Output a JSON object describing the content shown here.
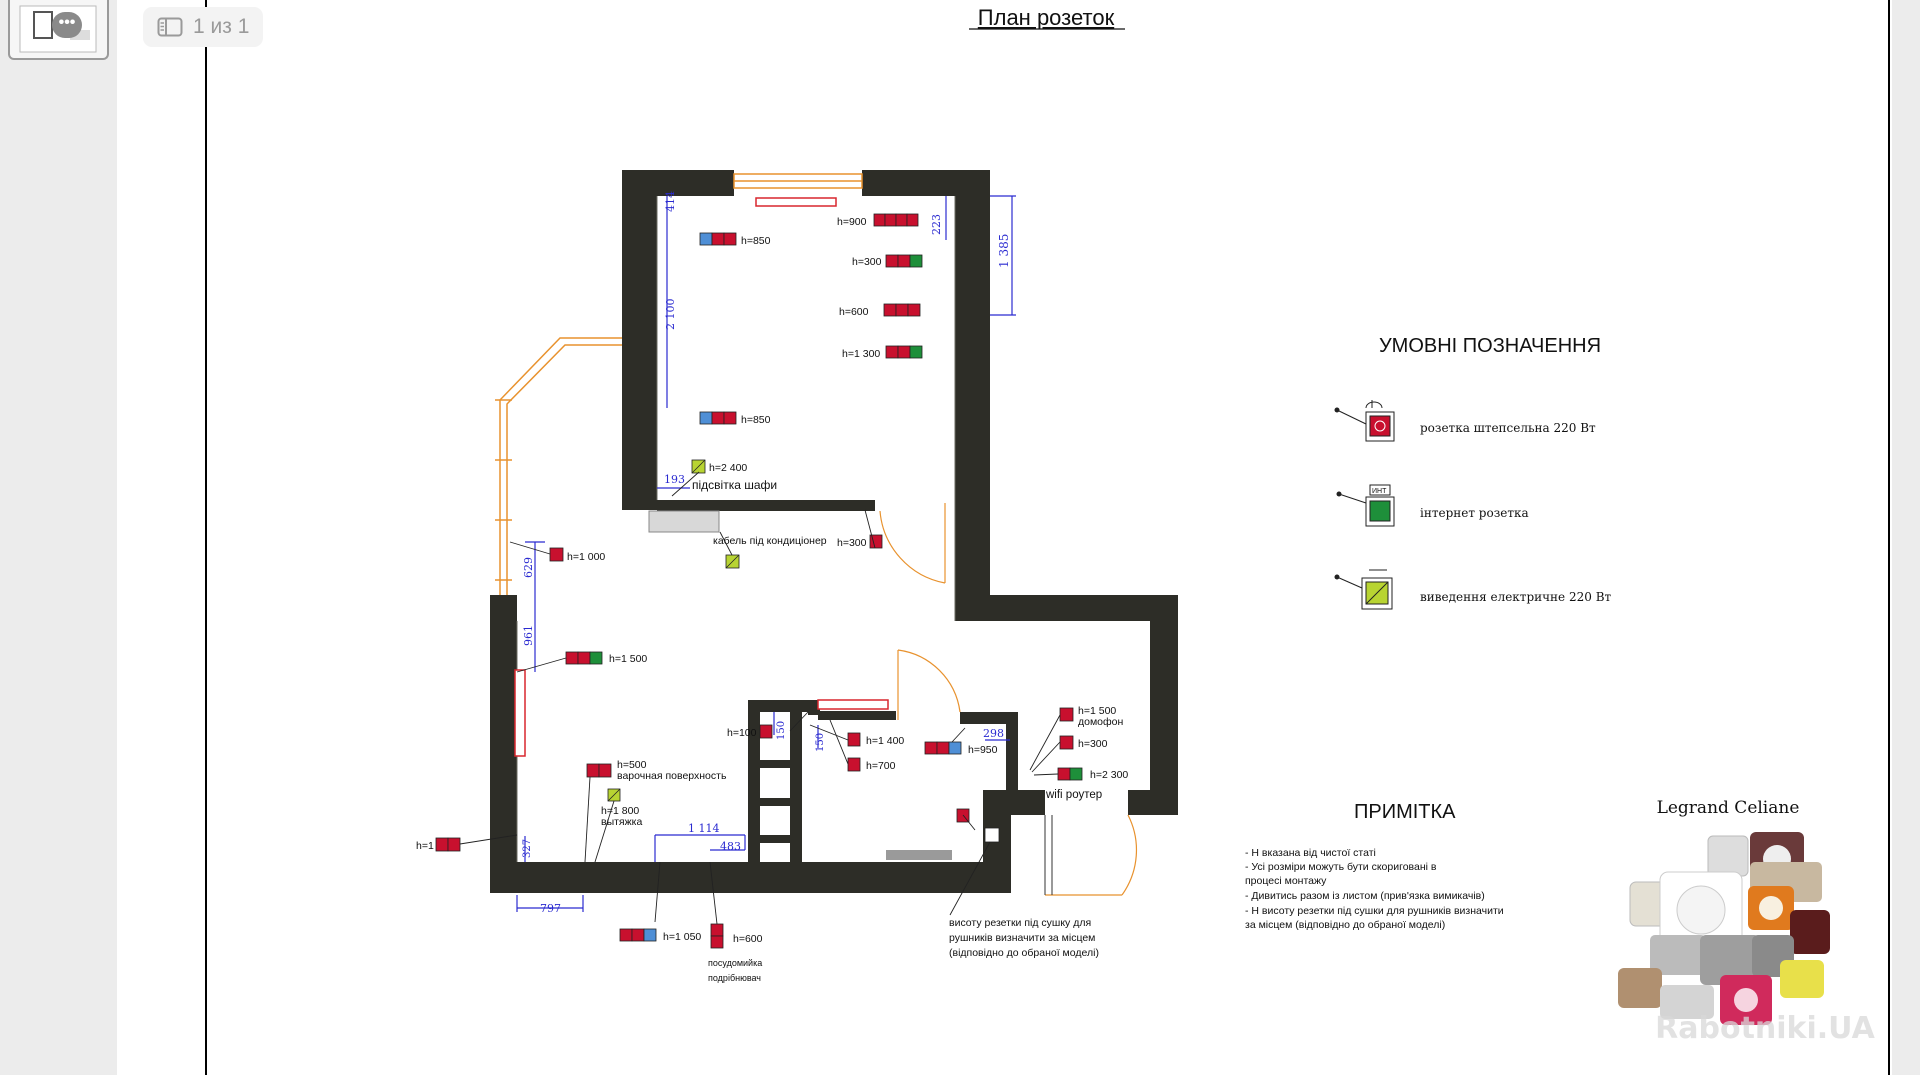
{
  "viewer": {
    "page_indicator": "1 из 1",
    "icons": {
      "sidebar_toggle": "sidebar-toggle-icon",
      "more": "ellipsis-icon"
    }
  },
  "drawing": {
    "title": "План розеток",
    "dimensions": [
      "414",
      "2 100",
      "223",
      "1 385",
      "193",
      "629",
      "961",
      "150",
      "150",
      "298",
      "327",
      "797",
      "1 114",
      "483"
    ],
    "socket_labels": {
      "bed_top": "h=850",
      "bed_bottom": "h=850",
      "wall_900": "h=900",
      "wall_300": "h=300",
      "wall_600": "h=600",
      "wall_1300": "h=1 300",
      "closet_light": "h=2 400",
      "closet_light_note": "підсвітка шафи",
      "ac_cable": "кабель під кондиціонер",
      "door_300": "h=300",
      "h1000": "h=1 000",
      "h1500": "h=1 500",
      "h100": "h=100",
      "h1400": "h=1 400",
      "h700": "h=700",
      "h950": "h=950",
      "intercom_h": "h=1 500",
      "intercom_note": "домофон",
      "bath_300": "h=300",
      "wifi_h": "h=2 300",
      "wifi_note": "wifi роутер",
      "hob_h": "h=500",
      "hob_note": "варочная поверхность",
      "hood_h": "h=1 800",
      "hood_note": "вытяжка",
      "h1": "h=1",
      "h1050": "h=1 050",
      "h600_dish": "h=600",
      "dish_note_1": "посудомийка",
      "dish_note_2": "подрібнювач",
      "dryer_note_1": "висоту резетки під сушку для",
      "dryer_note_2": "рушників визначити за місцем",
      "dryer_note_3": "(відповідно до обраної моделі)"
    },
    "legend": {
      "title": "УМОВНІ ПОЗНАЧЕННЯ",
      "items": [
        {
          "label": "розетка штепсельна 220 Вт",
          "color": "#c8102e"
        },
        {
          "label": "інтернет розетка",
          "color": "#1e8f3a",
          "tag": "ИНТ"
        },
        {
          "label": "виведення електричне 220 Вт",
          "color": "#b8d432"
        }
      ]
    },
    "note": {
      "title": "ПРИМІТКА",
      "lines": [
        "- Н вказана від чистої статі",
        "- Усі розміри можуть бути скориговані в",
        "процесі монтажу",
        "- Дивитись разом із листом (прив'язка вимикачів)",
        "- Н висоту резетки під сушки для рушників визначити",
        "за місцем (відповідно до обраної моделі)"
      ]
    },
    "brand": "Legrand Celiane",
    "watermark": "Rabotniki.UA",
    "colors": {
      "wall": "#2d2d27",
      "socket": "#c8102e",
      "internet": "#1e8f3a",
      "network": "#4f8fd6",
      "dimension": "#2a2ad0",
      "window": "#e8922e",
      "radiator": "#d8272e"
    }
  }
}
